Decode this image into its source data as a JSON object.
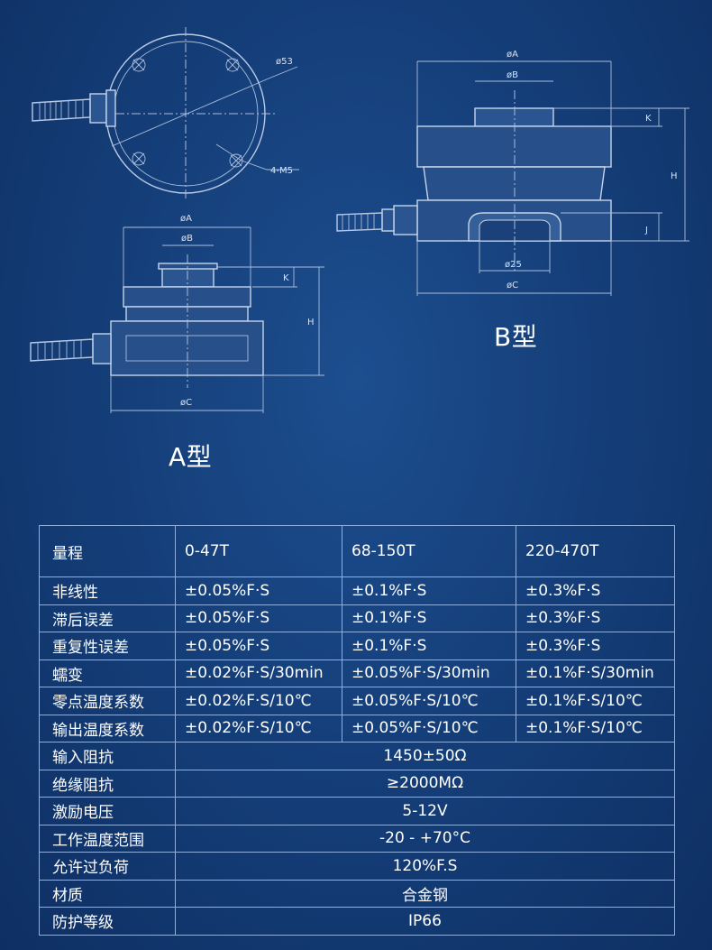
{
  "diagram": {
    "type_a_label": "A型",
    "type_b_label": "B型",
    "dims": {
      "d53": "ø53",
      "m5": "4-M5",
      "phiA": "øA",
      "phiB": "øB",
      "phiC": "øC",
      "d25": "ø25",
      "K": "K",
      "H": "H",
      "J": "J"
    }
  },
  "table": {
    "header": [
      "量程",
      "0-47T",
      "68-150T",
      "220-470T"
    ],
    "rows3": [
      [
        "非线性",
        "±0.05%F·S",
        "±0.1%F·S",
        "±0.3%F·S"
      ],
      [
        "滞后误差",
        "±0.05%F·S",
        "±0.1%F·S",
        "±0.3%F·S"
      ],
      [
        "重复性误差",
        "±0.05%F·S",
        "±0.1%F·S",
        "±0.3%F·S"
      ],
      [
        "蠕变",
        "±0.02%F·S/30min",
        "±0.05%F·S/30min",
        "±0.1%F·S/30min"
      ],
      [
        "零点温度系数",
        "±0.02%F·S/10℃",
        "±0.05%F·S/10℃",
        "±0.1%F·S/10℃"
      ],
      [
        "输出温度系数",
        "±0.02%F·S/10℃",
        "±0.05%F·S/10℃",
        "±0.1%F·S/10℃"
      ]
    ],
    "rows1": [
      [
        "输入阻抗",
        "1450±50Ω"
      ],
      [
        "绝缘阻抗",
        "≥2000MΩ"
      ],
      [
        "激励电压",
        "5-12V"
      ],
      [
        "工作温度范围",
        "-20 - +70°C"
      ],
      [
        "允许过负荷",
        "120%F.S"
      ],
      [
        "材质",
        "合金钢"
      ],
      [
        "防护等级",
        "IP66"
      ]
    ]
  }
}
